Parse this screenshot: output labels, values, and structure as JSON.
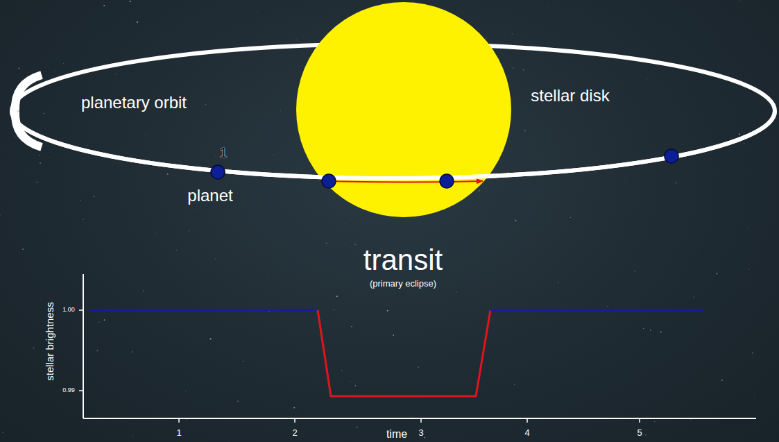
{
  "diagram": {
    "title": "transit",
    "labels": [
      "planetary orbit",
      "stellar disk",
      "1",
      "planet",
      "(primary eclipse)",
      "stellar brightness",
      "1.00",
      "0.99",
      "1",
      "2",
      "3",
      "4",
      "5",
      "time"
    ]
  }
}
